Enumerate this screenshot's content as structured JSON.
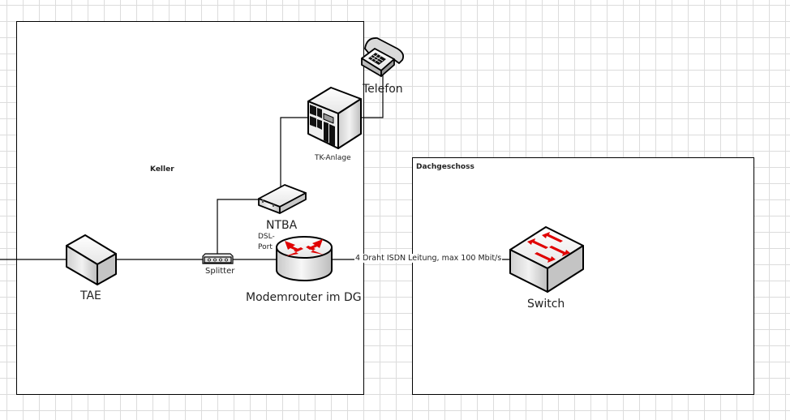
{
  "rooms": {
    "keller": {
      "label": "Keller"
    },
    "dachgeschoss": {
      "label": "Dachgeschoss"
    }
  },
  "devices": {
    "tae": {
      "label": "TAE",
      "icon": "tae-box-icon"
    },
    "splitter": {
      "label": "Splitter",
      "icon": "splitter-icon"
    },
    "ntba": {
      "label": "NTBA",
      "icon": "ntba-icon"
    },
    "tk_anlage": {
      "label": "TK-Anlage",
      "icon": "pbx-icon"
    },
    "telefon": {
      "label": "Telefon",
      "icon": "telephone-icon"
    },
    "modemrouter": {
      "label": "Modemrouter im DG",
      "icon": "router-icon"
    },
    "switch": {
      "label": "Switch",
      "icon": "switch-icon"
    }
  },
  "annotations": {
    "dsl_port": [
      "DSL-",
      "Port"
    ],
    "connection_label": "4 Draht ISDN Leitung, max 100 Mbit/s"
  },
  "colors": {
    "accent_arrows": "#e00000",
    "lines": "#000000",
    "grid": "#dcdcdc"
  }
}
